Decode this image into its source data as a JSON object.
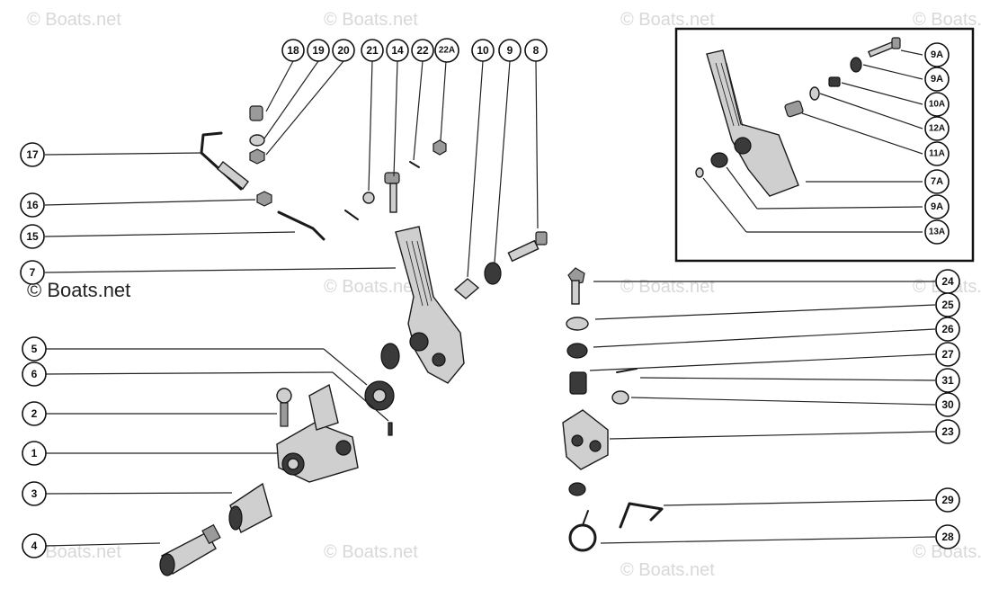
{
  "watermark": "© Boats.net",
  "callouts": {
    "c18": "18",
    "c19": "19",
    "c20": "20",
    "c21": "21",
    "c14": "14",
    "c22": "22",
    "c22A": "22A",
    "c10": "10",
    "c9": "9",
    "c8": "8",
    "c17": "17",
    "c16": "16",
    "c15": "15",
    "c7": "7",
    "c5": "5",
    "c6": "6",
    "c2": "2",
    "c1": "1",
    "c3": "3",
    "c4": "4",
    "c24": "24",
    "c25": "25",
    "c26": "26",
    "c27": "27",
    "c31": "31",
    "c30": "30",
    "c23": "23",
    "c29": "29",
    "c28": "28",
    "c9A1": "9A",
    "c9A2": "9A",
    "c10A": "10A",
    "c12A": "12A",
    "c11A": "11A",
    "c7A": "7A",
    "c9A3": "9A",
    "c13A": "13A"
  }
}
